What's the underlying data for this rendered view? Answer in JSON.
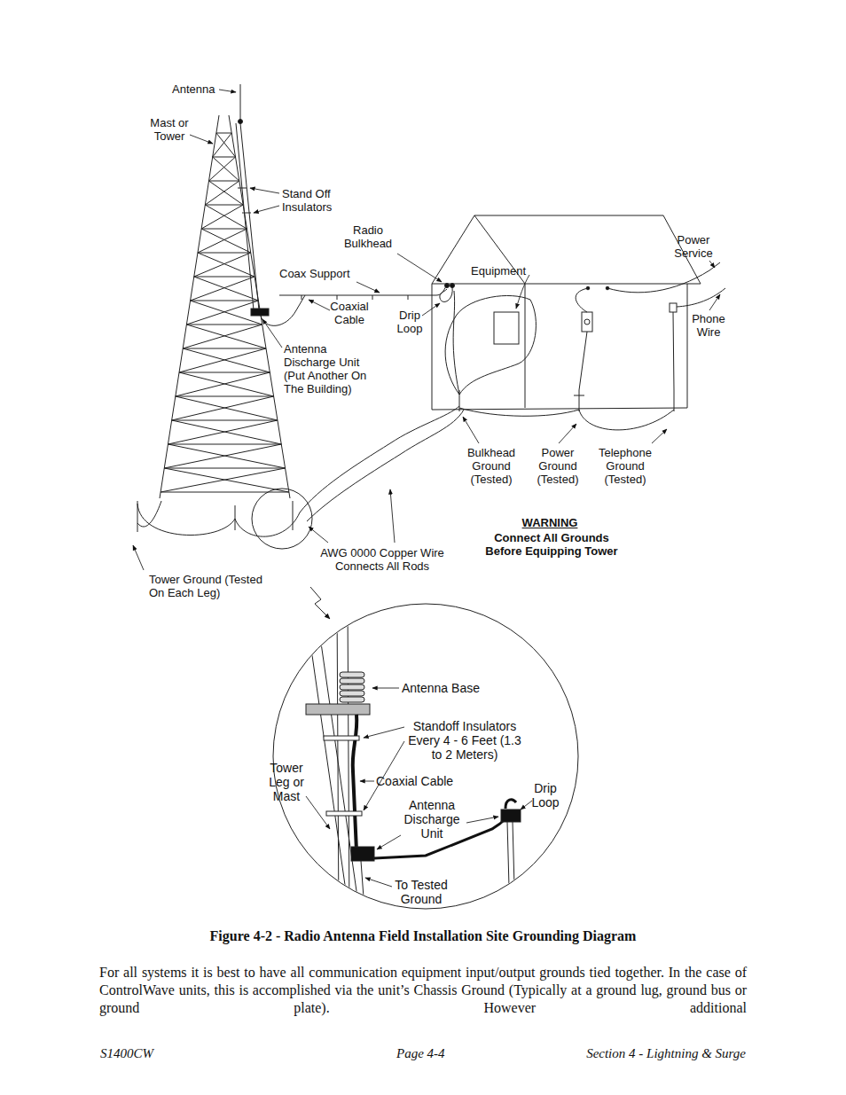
{
  "diagram": {
    "caption": "Figure 4-2 - Radio Antenna Field Installation Site Grounding Diagram",
    "labels": [
      "Antenna",
      "Mast or Tower",
      "Stand Off Insulators",
      "Radio Bulkhead",
      "Coax Support",
      "Equipment",
      "Power Service",
      "Coaxial Cable",
      "Drip Loop",
      "Phone Wire",
      "Antenna Discharge Unit (Put Another On The Building)",
      "Bulkhead Ground (Tested)",
      "Power Ground (Tested)",
      "Telephone Ground (Tested)",
      "WARNING",
      "Connect All Grounds Before Equipping Tower",
      "Tower Ground (Tested On Each Leg)",
      "AWG 0000 Copper Wire Connects All Rods",
      "Antenna Base",
      "Standoff Insulators Every 4 - 6 Feet (1.3 to 2 Meters)",
      "Tower Leg or Mast",
      "Coaxial Cable",
      "Drip Loop",
      "Antenna Discharge Unit",
      "To Tested Ground",
      "For all systems it is best to have all communication equipment input/output grounds tied together. In the case of ControlWave units, this is accomplished via the unit’s Chassis Ground (Typically at a ground lug, ground bus or ground plate). However additional",
      "S1400CW",
      "Page 4-4",
      "Section 4 - Lightning & Surge"
    ]
  }
}
